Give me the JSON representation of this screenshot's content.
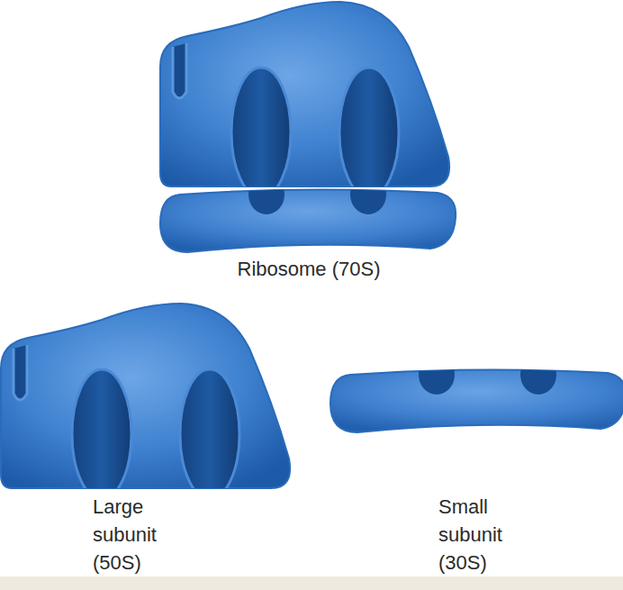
{
  "diagram": {
    "labels": [
      "Ribosome (70S)",
      "Large subunit (50S)",
      "Small subunit (30S)"
    ]
  }
}
